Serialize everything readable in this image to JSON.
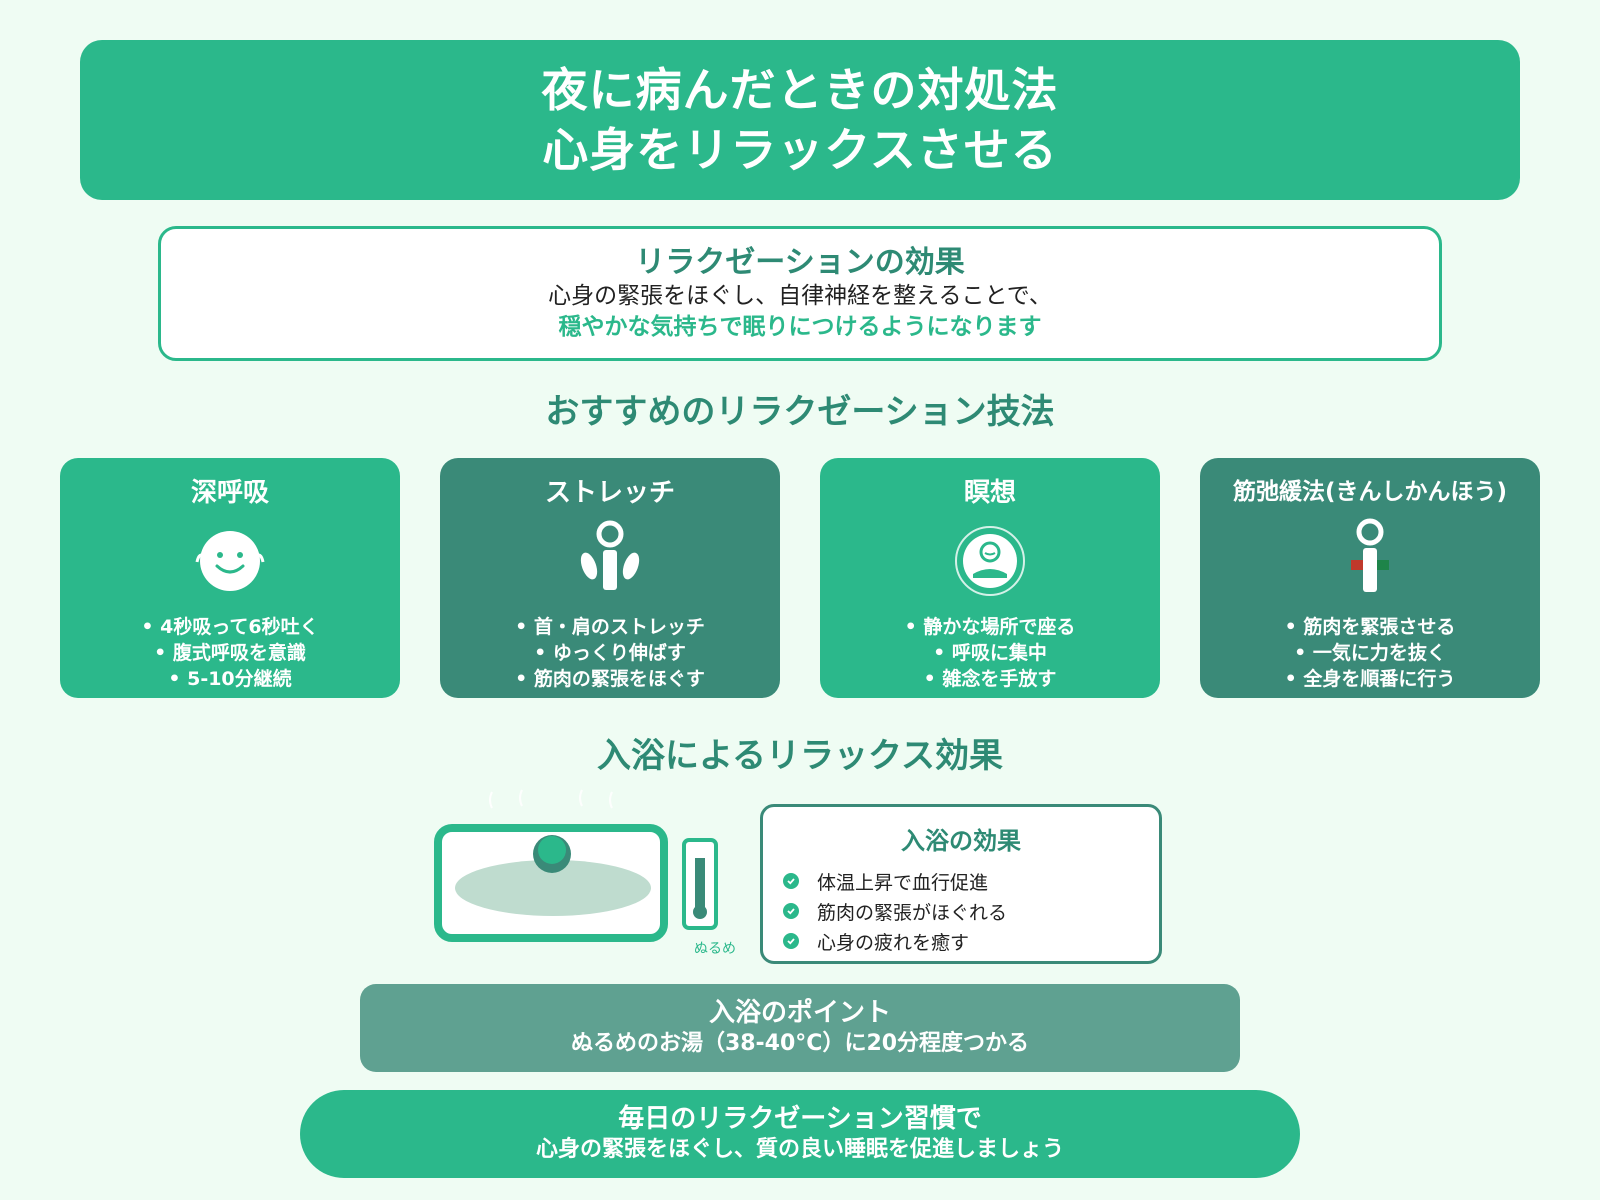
{
  "header": {
    "title_line1": "夜に病んだときの対処法",
    "title_line2": "心身をリラックスさせる"
  },
  "effect": {
    "heading": "リラクゼーションの効果",
    "line1": "心身の緊張をほぐし、自律神経を整えることで、",
    "line2": "穏やかな気持ちで眠りにつけるようになります"
  },
  "techniques": {
    "section_title": "おすすめのリラクゼーション技法",
    "cards": [
      {
        "title": "深呼吸",
        "icon": "smiling-face-icon",
        "items": [
          "• 4秒吸って6秒吐く",
          "• 腹式呼吸を意識",
          "• 5-10分継続"
        ]
      },
      {
        "title": "ストレッチ",
        "icon": "stretching-person-icon",
        "items": [
          "• 首・肩のストレッチ",
          "• ゆっくり伸ばす",
          "• 筋肉の緊張をほぐす"
        ]
      },
      {
        "title": "瞑想",
        "icon": "meditating-person-icon",
        "items": [
          "• 静かな場所で座る",
          "• 呼吸に集中",
          "• 雑念を手放す"
        ]
      },
      {
        "title": "筋弛緩法(きんしかんほう)",
        "icon": "muscle-relaxation-icon",
        "items": [
          "• 筋肉を緊張させる",
          "• 一気に力を抜く",
          "• 全身を順番に行う"
        ]
      }
    ]
  },
  "bath": {
    "section_title": "入浴によるリラックス効果",
    "thermometer_label": "ぬるめ",
    "effect_heading": "入浴の効果",
    "effects": [
      "体温上昇で血行促進",
      "筋肉の緊張がほぐれる",
      "心身の疲れを癒す"
    ],
    "point_heading": "入浴のポイント",
    "point_text": "ぬるめのお湯（38-40°C）に20分程度つかる"
  },
  "footer": {
    "line1": "毎日のリラクゼーション習慣で",
    "line2": "心身の緊張をほぐし、質の良い睡眠を促進しましょう"
  },
  "colors": {
    "background": "#effcf3",
    "primary": "#2bb88b",
    "dark": "#3a8a78",
    "muted": "#5fa191",
    "heading": "#2e8a74",
    "red_accent": "#c0392b",
    "green_accent": "#1e8449"
  }
}
